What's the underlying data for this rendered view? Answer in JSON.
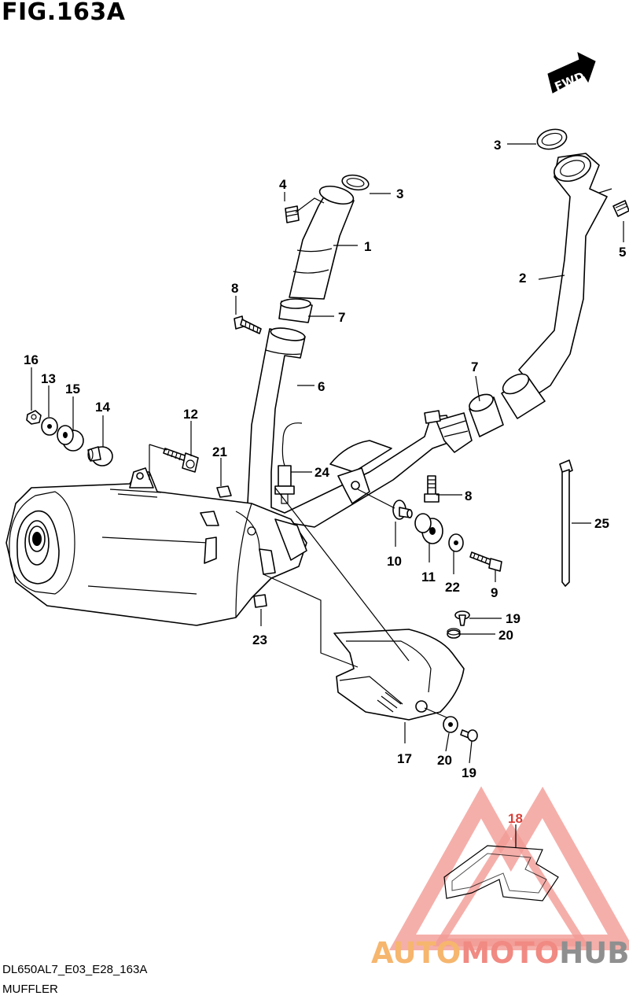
{
  "figure": {
    "title": "FIG.163A",
    "model_code": "DL650AL7_E03_E28_163A",
    "section_name": "MUFFLER",
    "direction_label": "FWD"
  },
  "callouts": [
    "1",
    "2",
    "3",
    "3",
    "4",
    "5",
    "6",
    "7",
    "7",
    "8",
    "8",
    "9",
    "10",
    "11",
    "12",
    "13",
    "14",
    "15",
    "16",
    "17",
    "18",
    "19",
    "19",
    "20",
    "20",
    "21",
    "22",
    "23",
    "24",
    "25"
  ],
  "watermark": {
    "part1": "AUTO",
    "part2": "MOTO",
    "part3": "HUB",
    "colors": {
      "triangle": "#f08a82",
      "auto": "#f6b66e",
      "moto": "#f08a82",
      "hub": "#8f8f8f"
    }
  }
}
